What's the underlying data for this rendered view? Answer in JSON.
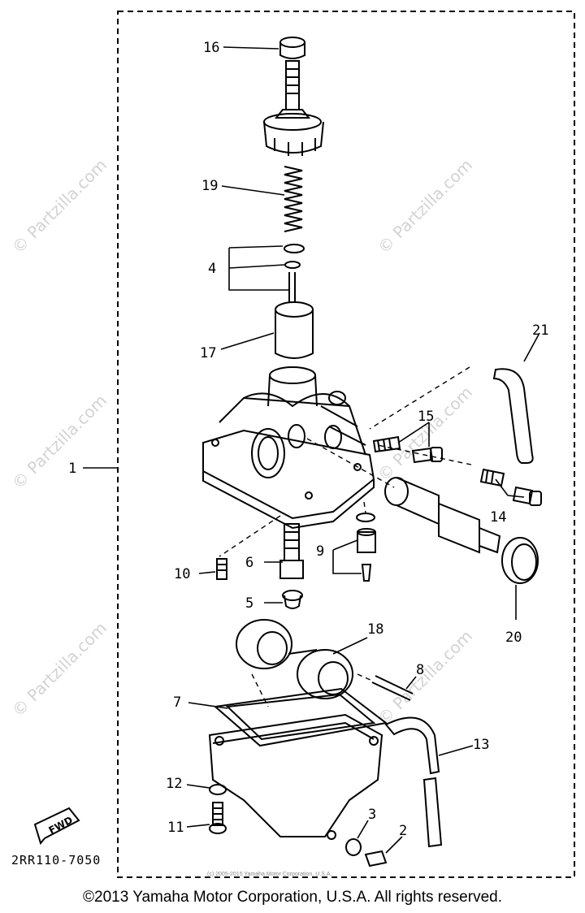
{
  "diagram": {
    "callouts": {
      "c1": "1",
      "c2": "2",
      "c3": "3",
      "c4": "4",
      "c5": "5",
      "c6": "6",
      "c7": "7",
      "c8": "8",
      "c9": "9",
      "c10": "10",
      "c11": "11",
      "c12": "12",
      "c13": "13",
      "c14": "14",
      "c15": "15",
      "c16": "16",
      "c17": "17",
      "c18": "18",
      "c19": "19",
      "c20": "20",
      "c21": "21"
    },
    "fwd_label": "FWD",
    "diagram_code": "2RR110-7050",
    "fine_print": "(c) 2005-2015 Yamaha Motor Corporation, U.S.A.",
    "watermark": "© Partzilla.com"
  },
  "footer": {
    "copyright": "©2013 Yamaha Motor Corporation, U.S.A. All rights reserved."
  }
}
